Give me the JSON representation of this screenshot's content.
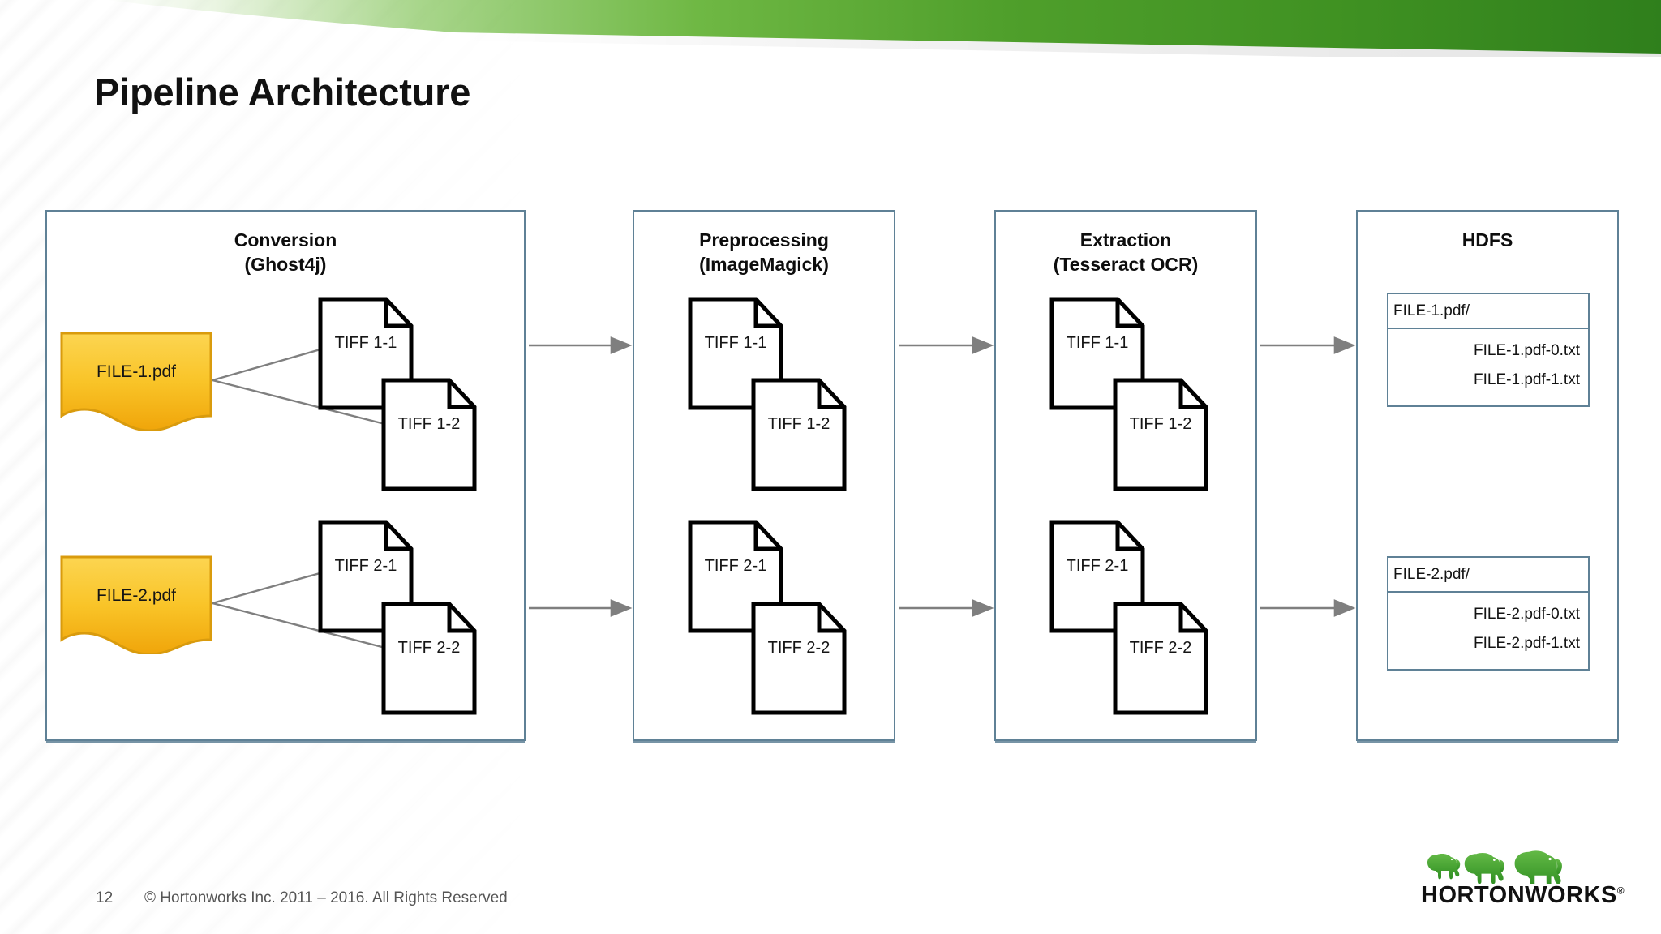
{
  "slide": {
    "title": "Pipeline Architecture",
    "page_number": "12",
    "copyright": "© Hortonworks Inc. 2011 – 2016. All Rights Reserved",
    "accent_green": "#4e9d2d",
    "panel_border": "#5f8196",
    "pdf_fill_top": "#fcd551",
    "pdf_fill_bottom": "#f0a50a",
    "pdf_border": "#d99b0d",
    "arrow_color": "#7f7f7f",
    "doc_border": "#000000"
  },
  "logo": {
    "wordmark": "HORTONWORKS",
    "registered": "®",
    "elephant_color": "#4aa832"
  },
  "panels": [
    {
      "id": "conversion",
      "title_line1": "Conversion",
      "title_line2": "(Ghost4j)",
      "sources": [
        {
          "label": "FILE-1.pdf"
        },
        {
          "label": "FILE-2.pdf"
        }
      ],
      "documents": [
        {
          "label": "TIFF 1-1"
        },
        {
          "label": "TIFF 1-2"
        },
        {
          "label": "TIFF 2-1"
        },
        {
          "label": "TIFF 2-2"
        }
      ]
    },
    {
      "id": "preprocessing",
      "title_line1": "Preprocessing",
      "title_line2": "(ImageMagick)",
      "sources": [],
      "documents": [
        {
          "label": "TIFF 1-1"
        },
        {
          "label": "TIFF 1-2"
        },
        {
          "label": "TIFF 2-1"
        },
        {
          "label": "TIFF 2-2"
        }
      ]
    },
    {
      "id": "extraction",
      "title_line1": "Extraction",
      "title_line2": "(Tesseract OCR)",
      "sources": [],
      "documents": [
        {
          "label": "TIFF 1-1"
        },
        {
          "label": "TIFF 1-2"
        },
        {
          "label": "TIFF 2-1"
        },
        {
          "label": "TIFF 2-2"
        }
      ]
    },
    {
      "id": "hdfs",
      "title_line1": "HDFS",
      "title_line2": "",
      "sources": [],
      "documents": [],
      "listings": [
        {
          "directory": "FILE-1.pdf/",
          "files": [
            "FILE-1.pdf-0.txt",
            "FILE-1.pdf-1.txt"
          ]
        },
        {
          "directory": "FILE-2.pdf/",
          "files": [
            "FILE-2.pdf-0.txt",
            "FILE-2.pdf-1.txt"
          ]
        }
      ]
    }
  ]
}
